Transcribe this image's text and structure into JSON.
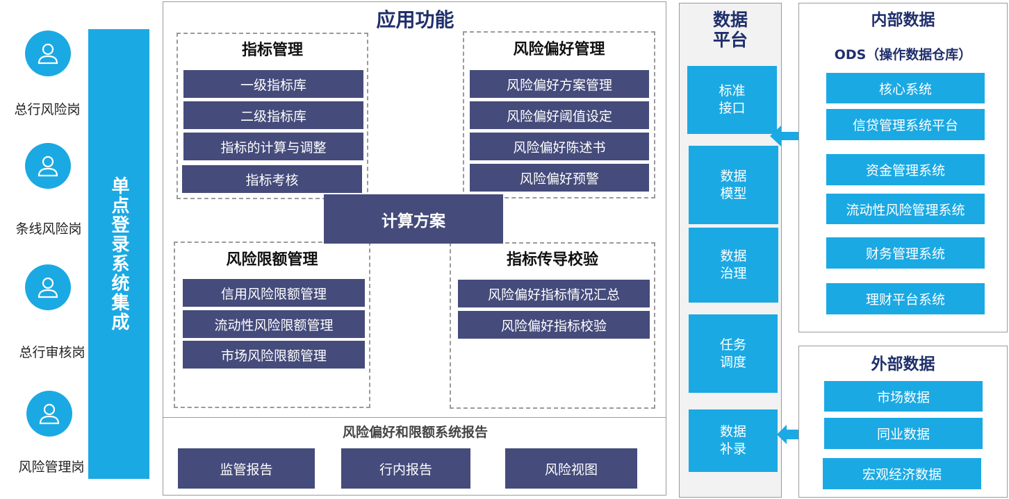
{
  "roles": [
    {
      "label": "总行风险岗",
      "icon": "user-icon"
    },
    {
      "label": "条线风险岗",
      "icon": "user-icon"
    },
    {
      "label": "总行审核岗",
      "icon": "user-icon"
    },
    {
      "label": "风险管理岗",
      "icon": "user-icon"
    }
  ],
  "sso": {
    "label": "单点登录系统集成"
  },
  "app": {
    "title": "应用功能",
    "indicator_mgmt": {
      "title": "指标管理",
      "items": [
        "一级指标库",
        "二级指标库",
        "指标的计算与调整",
        "指标考核"
      ]
    },
    "risk_appetite_mgmt": {
      "title": "风险偏好管理",
      "items": [
        "风险偏好方案管理",
        "风险偏好阈值设定",
        "风险偏好陈述书",
        "风险偏好预警"
      ]
    },
    "calc_scheme": {
      "label": "计算方案"
    },
    "risk_limit_mgmt": {
      "title": "风险限额管理",
      "items": [
        "信用风险限额管理",
        "流动性风险限额管理",
        "市场风险限额管理"
      ]
    },
    "indicator_transmission": {
      "title": "指标传导校验",
      "items": [
        "风险偏好指标情况汇总",
        "风险偏好指标校验"
      ]
    }
  },
  "report": {
    "title": "风险偏好和限额系统报告",
    "items": [
      "监管报告",
      "行内报告",
      "风险视图"
    ]
  },
  "data_platform": {
    "title_line1": "数据",
    "title_line2": "平台",
    "items": [
      {
        "line1": "标准",
        "line2": "接口"
      },
      {
        "line1": "数据",
        "line2": "模型"
      },
      {
        "line1": "数据",
        "line2": "治理"
      },
      {
        "line1": "任务",
        "line2": "调度"
      },
      {
        "line1": "数据",
        "line2": "补录"
      }
    ]
  },
  "internal_data": {
    "title": "内部数据",
    "subtitle": "ODS（操作数据仓库）",
    "items": [
      "核心系统",
      "信贷管理系统平台",
      "资金管理系统",
      "流动性风险管理系统",
      "财务管理系统",
      "理财平台系统"
    ]
  },
  "external_data": {
    "title": "外部数据",
    "items": [
      "市场数据",
      "同业数据",
      "宏观经济数据"
    ]
  },
  "colors": {
    "accent": "#1ba9e3",
    "navy": "#454b7a",
    "title_blue": "#1f2f6b"
  }
}
